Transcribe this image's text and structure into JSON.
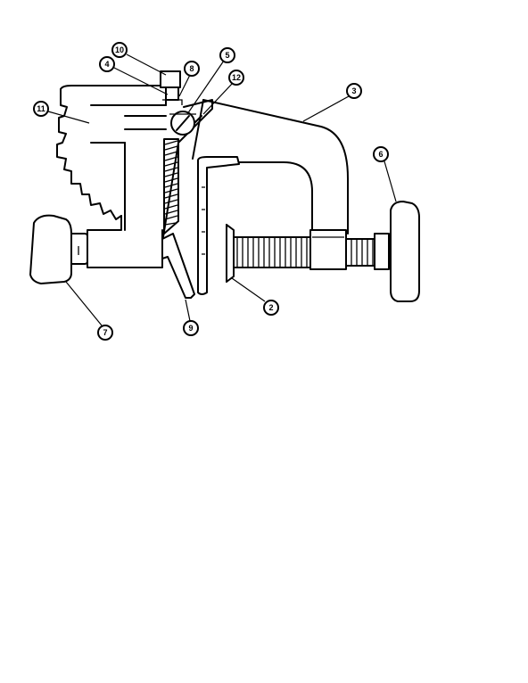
{
  "callouts": [
    "10",
    "4",
    "8",
    "5",
    "12",
    "3",
    "11",
    "6",
    "7",
    "2",
    "9"
  ],
  "colors": {
    "ink": "#000000",
    "paper": "#ffffff"
  }
}
